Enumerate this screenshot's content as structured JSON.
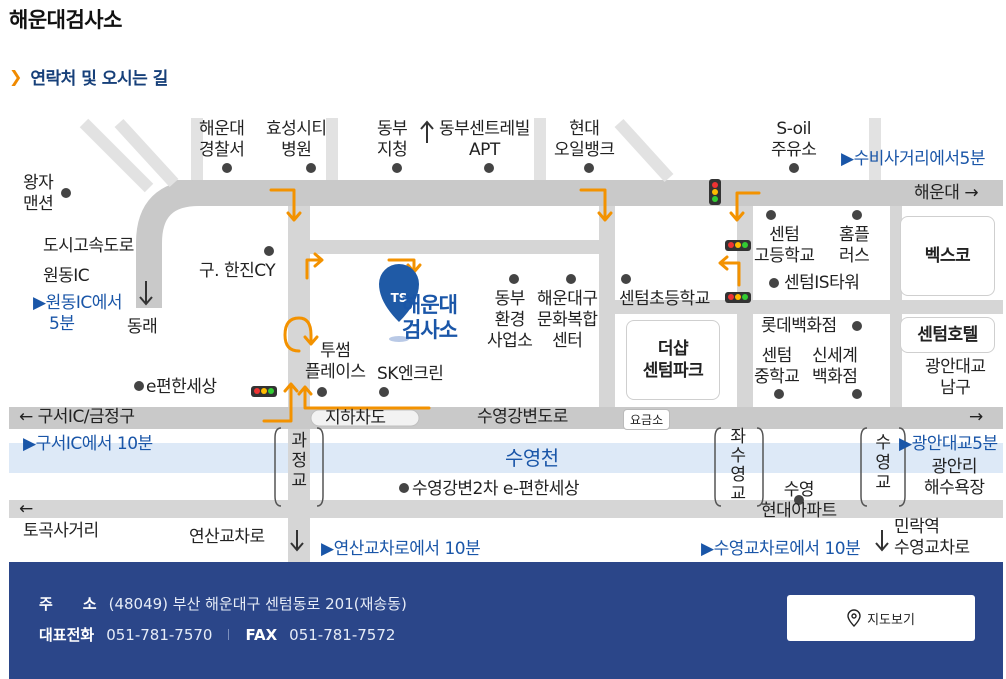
{
  "page": {
    "title": "해운대검사소"
  },
  "section": {
    "title": "연락처 및 오시는 길"
  },
  "map": {
    "pin_label": [
      "해운대",
      "검사소"
    ],
    "ts_logo": "TS",
    "boxes": {
      "bexco": "벡스코",
      "centum_hotel": "센텀호텔",
      "the_sharp": [
        "더샵",
        "센텀파크"
      ]
    },
    "roads": {
      "haeundae": "해운대 →",
      "suyeong_gangbyeon": "수영강변도로",
      "guseo": "← 구서IC/금정구",
      "tunnel": "지하차도",
      "river": "수영천",
      "arrow_right": "→",
      "arrow_left": "←",
      "toll": "요금소"
    },
    "bridges": {
      "gwajeong": [
        "과",
        "정",
        "교"
      ],
      "jwasuyeong": [
        "좌",
        "수",
        "영",
        "교"
      ],
      "suyeong": [
        "수",
        "영",
        "교"
      ]
    },
    "places": {
      "haeundae_police": [
        "해운대",
        "경찰서"
      ],
      "hyosung_hospital": [
        "효성시티",
        "병원"
      ],
      "dongbu_office": [
        "동부",
        "지청"
      ],
      "dongbu_centrevil": [
        "동부센트레빌",
        "APT"
      ],
      "hyundai_oilbank": [
        "현대",
        "오일뱅크"
      ],
      "s_oil": [
        "S-oil",
        "주유소"
      ],
      "wangja": [
        "왕자",
        "맨션"
      ],
      "urban_highway": [
        "도시고속도로",
        "원동IC"
      ],
      "old_hanjin": "구. 한진CY",
      "dongrae": "동래",
      "dongbu_env": [
        "동부",
        "환경",
        "사업소"
      ],
      "culture_center": [
        "해운대구",
        "문화복합",
        "센터"
      ],
      "centum_elem": "센텀초등학교",
      "centum_high": [
        "센텀",
        "고등학교"
      ],
      "homeplus": [
        "홈플",
        "러스"
      ],
      "centum_is_tower": "센텀IS타워",
      "lotte": "롯데백화점",
      "centum_middle": [
        "센텀",
        "중학교"
      ],
      "shinsegae": [
        "신세계",
        "백화점"
      ],
      "gwangan_south": [
        "광안대교",
        "남구"
      ],
      "twosome": [
        "투썸",
        "플레이스"
      ],
      "sk_encleen": "SK엔크린",
      "e_pyeonhan": "e편한세상",
      "suyeong_e_pyeonhan": "수영강변2차 e-편한세상",
      "suyeong_hyundai": [
        "수영",
        "현대아파트"
      ],
      "gwangalli": [
        "광안리",
        "해수욕장"
      ],
      "togok": "토곡사거리",
      "yeonsan": "연산교차로",
      "minrak": [
        "민락역",
        "수영교차로"
      ]
    },
    "directions": {
      "subi": "▶수비사거리에서5분",
      "wondong": [
        "▶원동IC에서",
        "5분"
      ],
      "guseo_ic": "▶구서IC에서 10분",
      "gwangan": "▶광안대교5분",
      "yeonsan": "▶연산교차로에서 10분",
      "suyeong_cross": "▶수영교차로에서 10분"
    }
  },
  "contact": {
    "address_label": "주　　소",
    "address": "(48049) 부산 해운대구 센텀동로 201(재송동)",
    "phone_label": "대표전화",
    "phone": "051-781-7570",
    "fax_label": "FAX",
    "fax": "051-781-7572",
    "map_button": "지도보기"
  },
  "colors": {
    "road": "#c9c9c9",
    "river": "#dde9f7",
    "orange": "#f39200",
    "navy": "#2b4689",
    "blue_text": "#1a56a8",
    "pin": "#1f5aa6"
  }
}
